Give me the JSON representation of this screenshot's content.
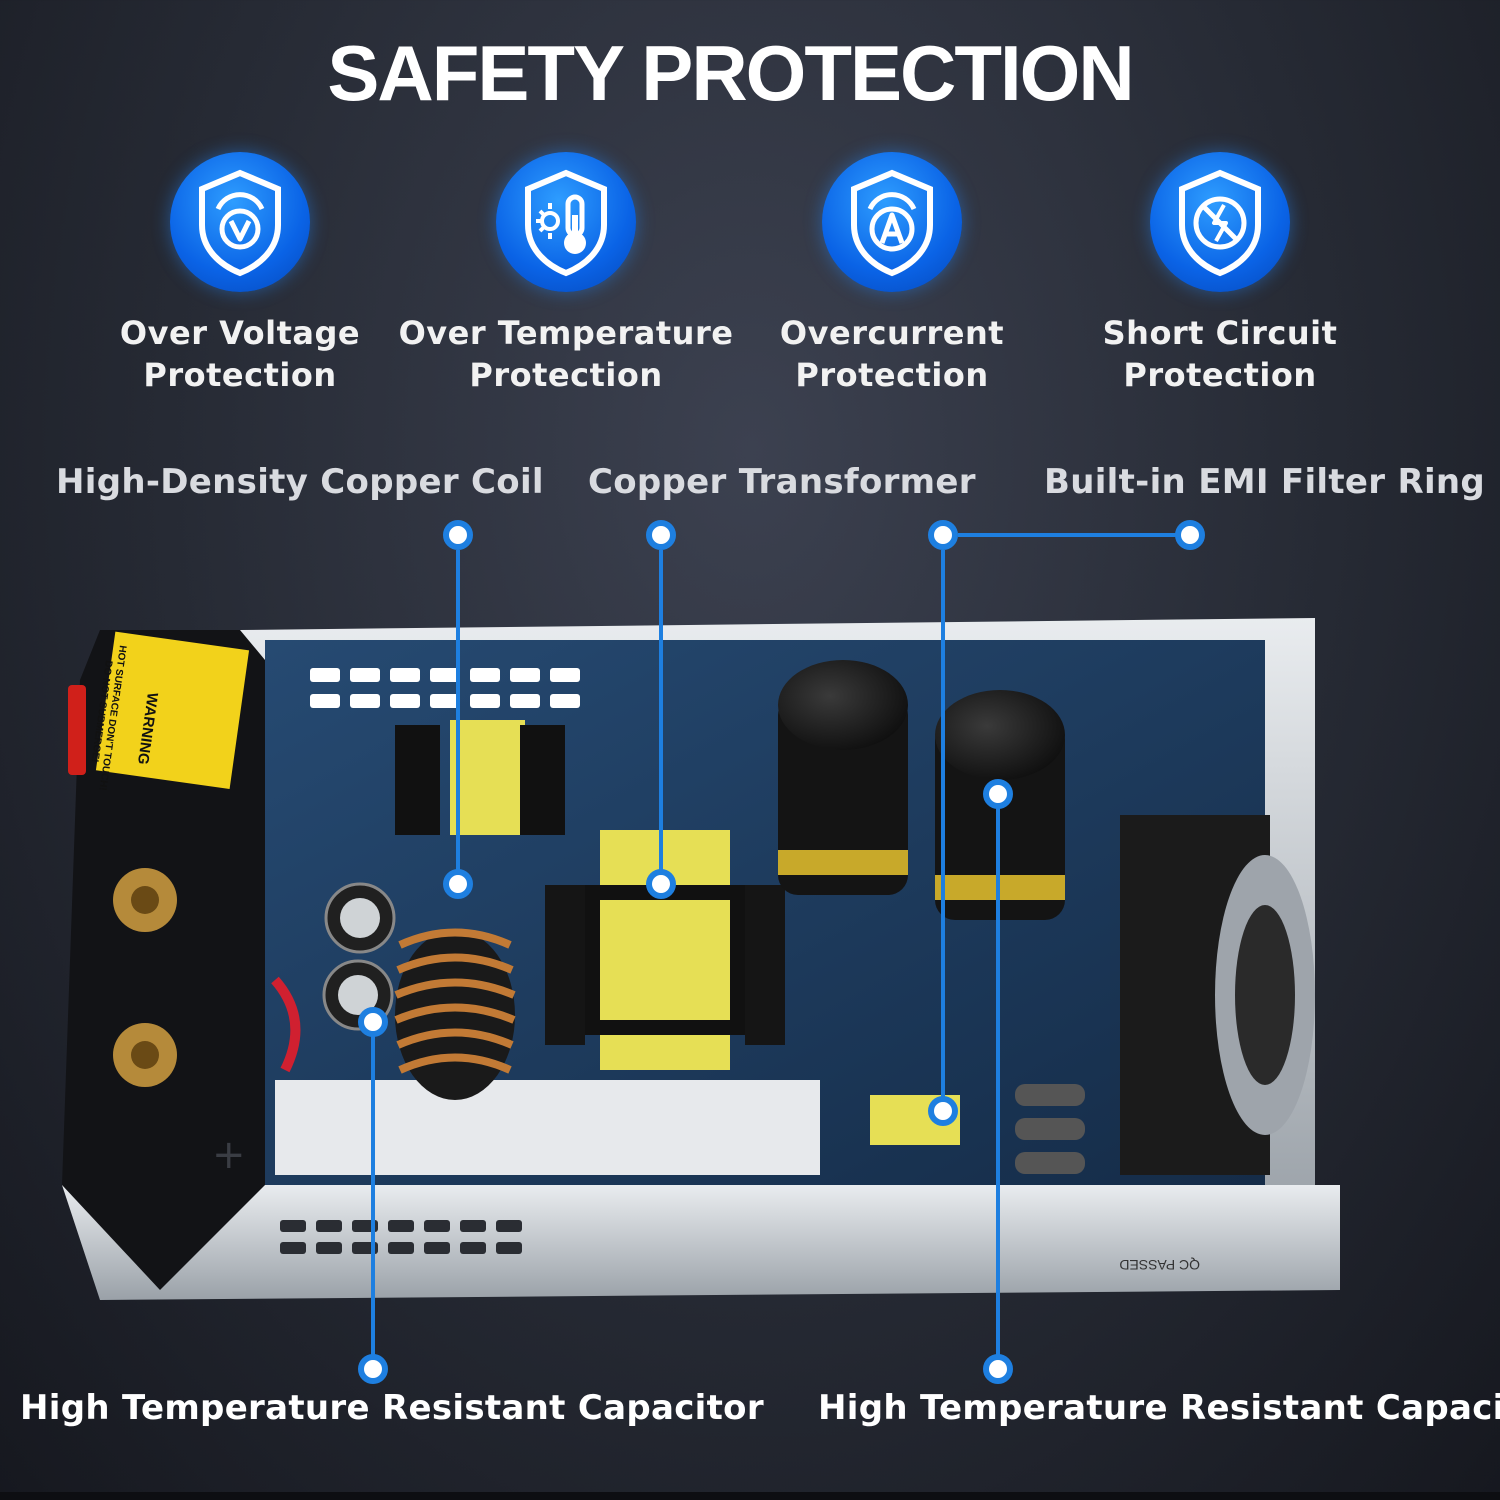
{
  "title": "SAFETY PROTECTION",
  "features": [
    {
      "icon": "voltage-shield-icon",
      "label_line1": "Over Voltage",
      "label_line2": "Protection"
    },
    {
      "icon": "thermometer-shield-icon",
      "label_line1": "Over Temperature",
      "label_line2": "Protection"
    },
    {
      "icon": "ampere-shield-icon",
      "label_line1": "Overcurrent",
      "label_line2": "Protection"
    },
    {
      "icon": "short-circuit-shield-icon",
      "label_line1": "Short Circuit",
      "label_line2": "Protection"
    }
  ],
  "callouts": {
    "copper_coil": "High-Density Copper Coil",
    "transformer": "Copper Transformer",
    "emi_filter": "Built-in EMI Filter Ring",
    "capacitor_left": "High Temperature Resistant Capacitor",
    "capacitor_right": "High Temperature Resistant Capacitor"
  },
  "device_labels": {
    "warning": "WARNING",
    "hot_surface": "HOT SURFACE DON'T TOUCH!",
    "no_submerge": "DO NOT SUBMERGE!",
    "qc": "QC PASSED",
    "plus": "+"
  },
  "colors": {
    "accent": "#0a6cf0",
    "line": "#1e7fe0",
    "board": "#1d3a5c",
    "label_yellow": "#f2d21b"
  }
}
